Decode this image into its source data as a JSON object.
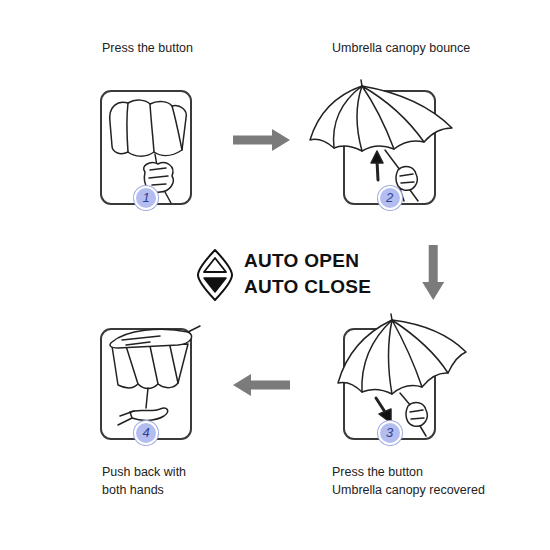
{
  "diagram": {
    "nodes": [
      {
        "text": [
          "Press the button",
          "1"
        ]
      },
      {
        "text": [
          "Umbrella canopy bounce",
          "2"
        ]
      },
      {
        "text": [
          "Press the button",
          "Umbrella canopy recovered",
          "3"
        ]
      },
      {
        "text": [
          "Push back with both hands",
          "4"
        ]
      }
    ],
    "edges": [
      {
        "from": 0,
        "to": 1,
        "arrow": "to"
      },
      {
        "from": 1,
        "to": 2,
        "arrow": "to"
      },
      {
        "from": 2,
        "to": 3,
        "arrow": "to"
      }
    ],
    "labels": [
      "AUTO OPEN",
      "AUTO CLOSE"
    ]
  }
}
